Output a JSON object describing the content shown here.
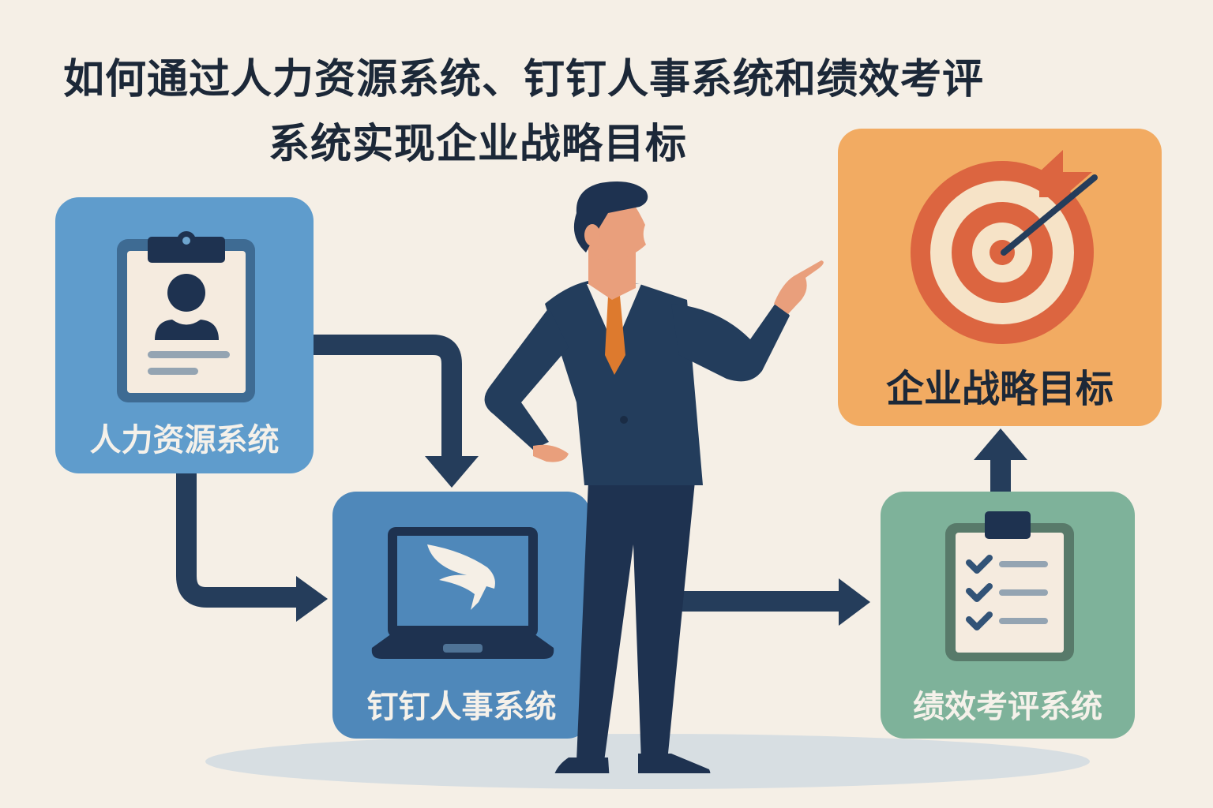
{
  "title": {
    "line1": "如何通过人力资源系统、钉钉人事系统和绩效考评",
    "line2": "系统实现企业战略目标"
  },
  "nodes": {
    "hr": {
      "label": "人力资源系统",
      "icon": "clipboard-profile-icon",
      "color": "#5f9ccc"
    },
    "dingtalk": {
      "label": "钉钉人事系统",
      "icon": "laptop-dingtalk-icon",
      "color": "#4f88ba"
    },
    "performance": {
      "label": "绩效考评系统",
      "icon": "checklist-clipboard-icon",
      "color": "#7eb29a"
    },
    "goal": {
      "label": "企业战略目标",
      "icon": "target-arrow-icon",
      "color": "#f2ab62"
    }
  },
  "edges": [
    {
      "from": "人力资源系统",
      "to": "钉钉人事系统",
      "route": "right-then-down"
    },
    {
      "from": "人力资源系统",
      "to": "钉钉人事系统",
      "route": "down-then-right"
    },
    {
      "from": "钉钉人事系统",
      "to": "绩效考评系统",
      "route": "right"
    },
    {
      "from": "绩效考评系统",
      "to": "企业战略目标",
      "route": "up"
    }
  ],
  "colors": {
    "arrow": "#253d5b",
    "background": "#f5efe6",
    "title": "#1c2838"
  }
}
